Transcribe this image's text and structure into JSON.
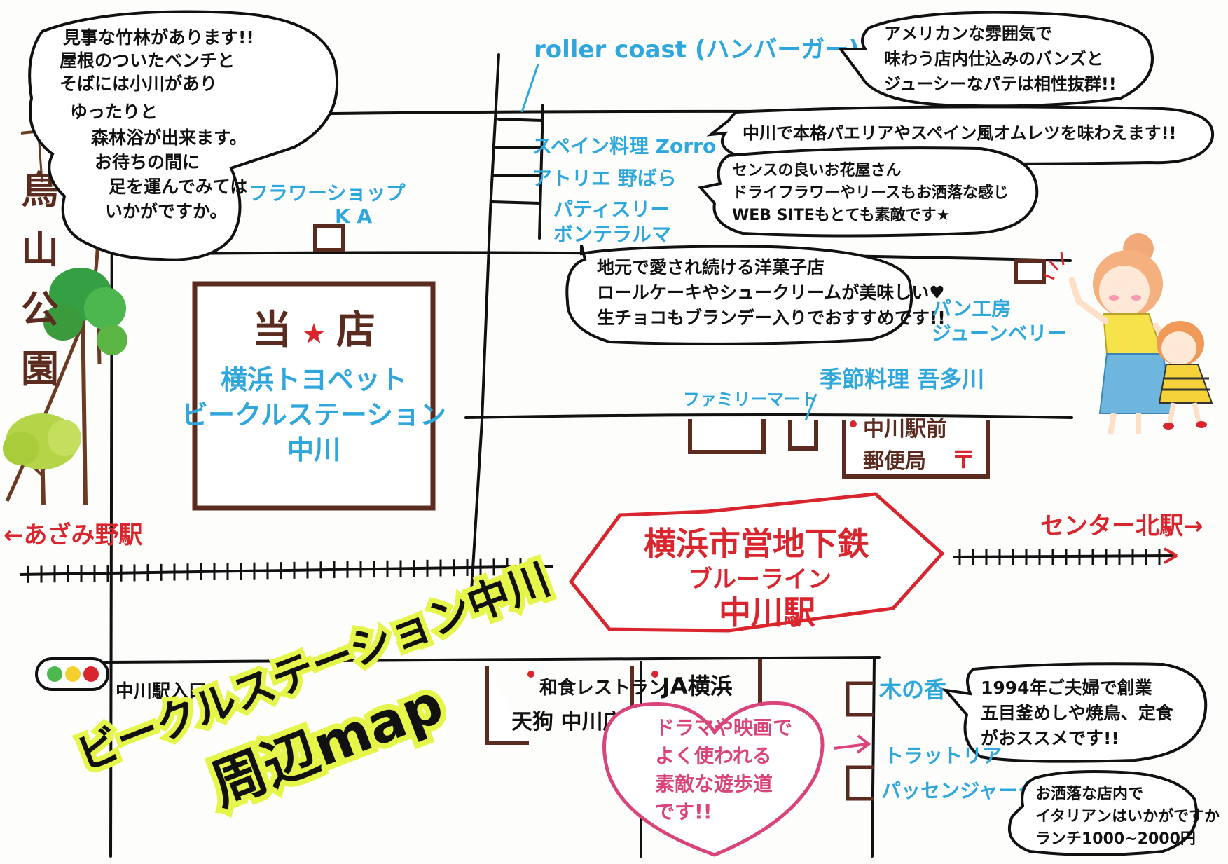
{
  "park": {
    "name": "鳥山公園",
    "bubble": [
      "見事な竹林があります!!",
      "屋根のついたベンチと",
      "そばには小川があり",
      "ゆったりと",
      "森林浴が出来ます。",
      "お待ちの間に",
      "足を運んでみては",
      "いかがですか。"
    ]
  },
  "shop": {
    "name_parts": [
      "当",
      "店"
    ],
    "star": "★",
    "lines": [
      "横浜トヨペット",
      "ビークルステーション",
      "中川"
    ]
  },
  "places": {
    "flower_shop": [
      "フラワーショップ",
      "K A"
    ],
    "roller_coast": "roller coast (ハンバーガー)",
    "spain": "スペイン料理 Zorro",
    "atelier": "アトリエ 野ばら",
    "patisserie": [
      "パティスリー",
      "ボンテラルマ"
    ],
    "bakery": [
      "パン工房",
      "ジューンベリー"
    ],
    "seasonal": "季節料理 吾多川",
    "family_mart": "ファミリーマート",
    "post_office": [
      "中川駅前",
      "郵便局"
    ],
    "post_mark": "〒",
    "washoku": [
      "和食レストラン",
      "天狗 中川店"
    ],
    "ja": "JA横浜",
    "kinoka": "木の香",
    "trattoria": [
      "トラットリア",
      "パッセンジャータ"
    ],
    "crossing": "中川駅入口"
  },
  "bubbles": {
    "roller": [
      "アメリカンな雰囲気で",
      "味わう店内仕込みのバンズと",
      "ジューシーなパテは相性抜群!!"
    ],
    "spain": "中川で本格パエリアやスペイン風オムレツを味わえます!!",
    "atelier": [
      "センスの良いお花屋さん",
      "ドライフラワーやリースもお洒落な感じ",
      "WEB SITEもとても素敵です★"
    ],
    "patisserie": [
      "地元で愛され続ける洋菓子店",
      "ロールケーキやシュークリームが美味しい♥",
      "生チョコもブランデー入りでおすすめです!!"
    ],
    "kinoka": [
      "1994年ご夫婦で創業",
      "五目釜めしや焼鳥、定食",
      "がおススメです!!"
    ],
    "trattoria": [
      "お洒落な店内で",
      "イタリアンはいかがですか",
      "ランチ1000~2000円"
    ]
  },
  "station": {
    "lines": [
      "横浜市営地下鉄",
      "ブルーライン",
      "中川駅"
    ],
    "left": "←あざみ野駅",
    "right": "センター北駅→"
  },
  "promenade": [
    "ドラマや映画で",
    "よく使われる",
    "素敵な遊歩道",
    "です!!"
  ],
  "title": [
    "ビークルステーション中川",
    "周辺map"
  ],
  "colors": {
    "blue": "#2fa7dc",
    "red": "#d9262e",
    "brown": "#5b2b1f",
    "pink": "#d9457a",
    "title_glow": "#e6f54a"
  }
}
